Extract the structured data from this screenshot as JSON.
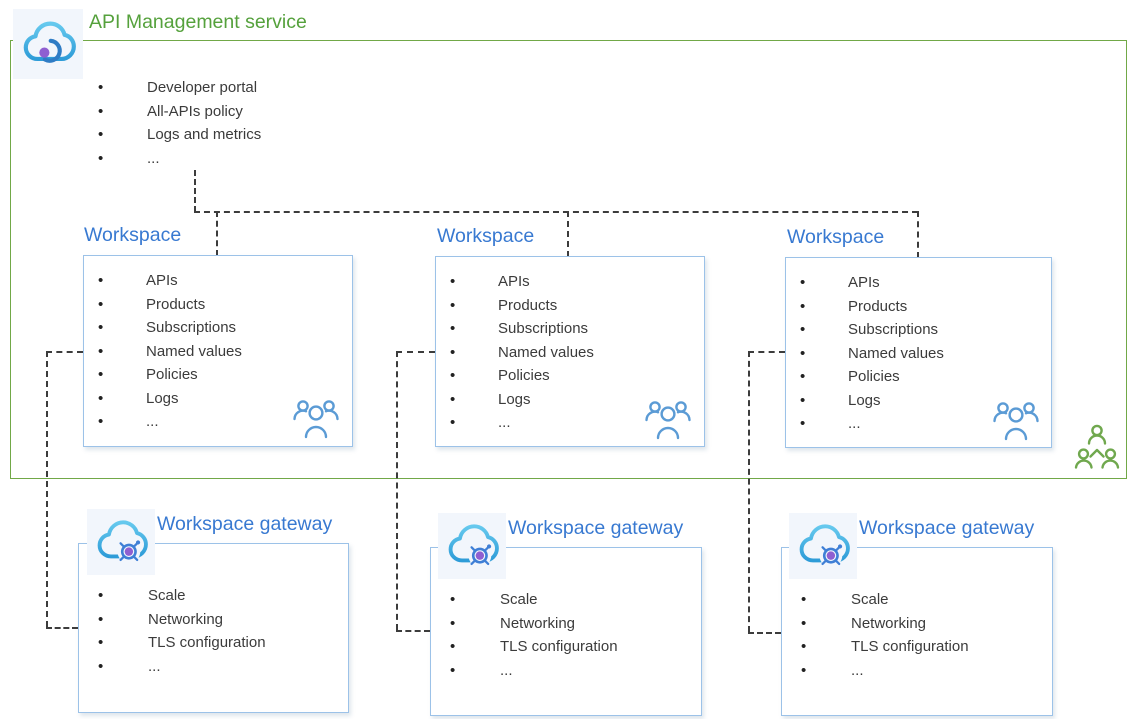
{
  "service": {
    "title": "API Management service",
    "items": [
      "Developer portal",
      "All-APIs policy",
      "Logs and metrics",
      "..."
    ]
  },
  "workspaces": [
    {
      "title": "Workspace",
      "items": [
        "APIs",
        "Products",
        "Subscriptions",
        "Named values",
        "Policies",
        "Logs",
        "..."
      ]
    },
    {
      "title": "Workspace",
      "items": [
        "APIs",
        "Products",
        "Subscriptions",
        "Named values",
        "Policies",
        "Logs",
        "..."
      ]
    },
    {
      "title": "Workspace",
      "items": [
        "APIs",
        "Products",
        "Subscriptions",
        "Named values",
        "Policies",
        "Logs",
        "..."
      ]
    }
  ],
  "gateways": [
    {
      "title": "Workspace gateway",
      "items": [
        "Scale",
        "Networking",
        "TLS configuration",
        "..."
      ]
    },
    {
      "title": "Workspace gateway",
      "items": [
        "Scale",
        "Networking",
        "TLS configuration",
        "..."
      ]
    },
    {
      "title": "Workspace gateway",
      "items": [
        "Scale",
        "Networking",
        "TLS configuration",
        "..."
      ]
    }
  ],
  "icons": {
    "service": "api-management-cloud-icon",
    "gateway": "gateway-cloud-gear-icon",
    "workspace_team": "team-icon",
    "organization": "org-people-icon"
  },
  "colors": {
    "service_border": "#71A847",
    "service_title": "#55A13C",
    "box_border": "#9CC2E8",
    "blue_title": "#3879D1",
    "connector": "#3C3C3C",
    "body_text": "#3B3B3B",
    "team_icon": "#5B9BD5",
    "org_icon": "#70A84E",
    "cloud_blue": "#4FB5E3",
    "accent_purple": "#8F5FD1"
  }
}
